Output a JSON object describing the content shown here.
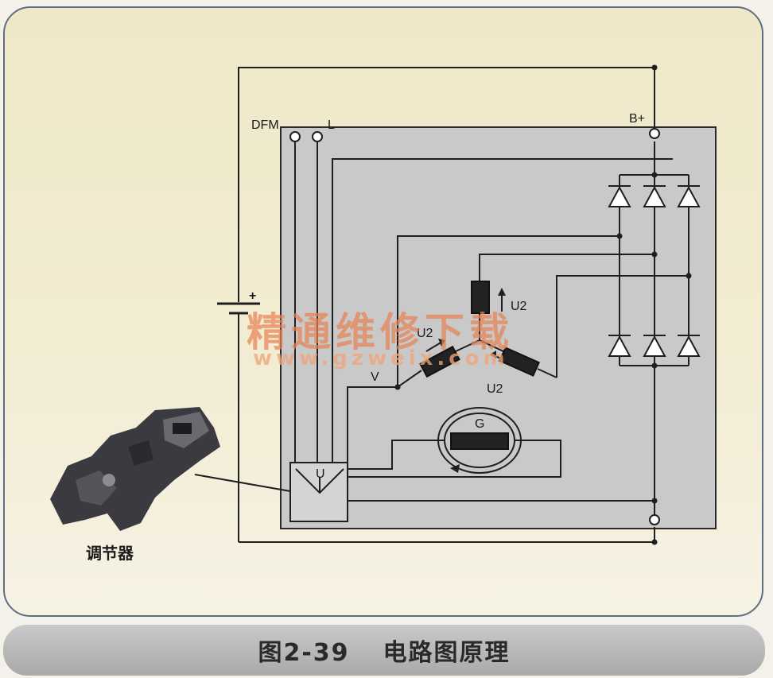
{
  "diagram": {
    "terminal_dfm": "DFM",
    "terminal_l": "L",
    "terminal_bplus": "B+",
    "battery_plus": "+",
    "phase_label_v": "V",
    "winding_label_top": "U2",
    "winding_label_left": "U2",
    "winding_label_right": "U2",
    "generator_label": "G",
    "regulator_box_label": "U",
    "regulator_photo_label": "调节器"
  },
  "watermark": {
    "chinese": "精通维修下载",
    "url": "www.gzweix.com"
  },
  "caption": {
    "figure_number": "图2-39",
    "title": "电路图原理"
  }
}
